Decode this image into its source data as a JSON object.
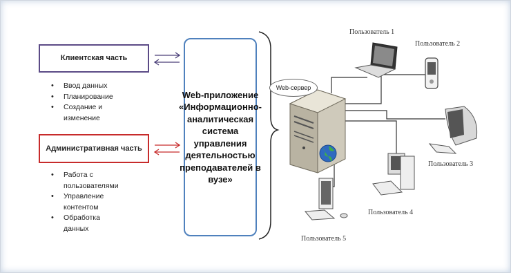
{
  "client": {
    "title": "Клиентская часть",
    "items": [
      "Ввод данных",
      "Планирование",
      "Создание и изменение"
    ]
  },
  "admin": {
    "title": "Административная часть",
    "items": [
      "Работа с пользователями",
      "Управление контентом",
      "Обработка данных"
    ]
  },
  "web_app": {
    "title": "Web-приложение «Информационно-аналитическая система управления деятельностью преподавателей в вузе»"
  },
  "server": {
    "label": "Web-сервер"
  },
  "users": [
    "Пользователь 1",
    "Пользователь 2",
    "Пользователь 3",
    "Пользователь 4",
    "Пользователь 5"
  ],
  "colors": {
    "client_border": "#5b4a86",
    "admin_border": "#c72b2b",
    "web_border": "#4f81bd"
  }
}
